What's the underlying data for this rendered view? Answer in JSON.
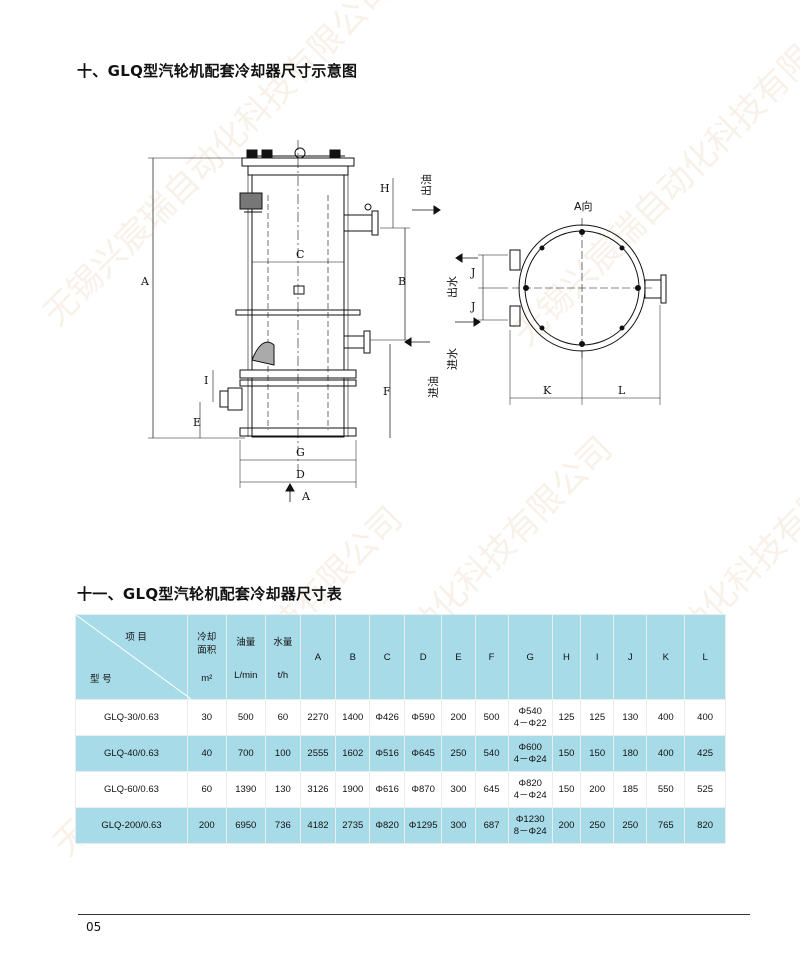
{
  "section10": {
    "title": "十、GLQ型汽轮机配套冷却器尺寸示意图"
  },
  "drawing": {
    "labels": {
      "A": "A",
      "B": "B",
      "C": "C",
      "D": "D",
      "E": "E",
      "F": "F",
      "G": "G",
      "H": "H",
      "I": "I",
      "J": "J",
      "K": "K",
      "L": "L",
      "oil_out": "出油",
      "oil_in": "进油",
      "water_out": "出水",
      "water_in": "进水",
      "view_a": "A向",
      "arrow_a": "A"
    }
  },
  "section11": {
    "title": "十一、GLQ型汽轮机配套冷却器尺寸表"
  },
  "table": {
    "corner_item": "项  目",
    "corner_model": "型  号",
    "headers": [
      {
        "line1": "冷却",
        "line2": "面积",
        "unit": "m²"
      },
      {
        "line1": "油量",
        "line2": "",
        "unit": "L/min"
      },
      {
        "line1": "水量",
        "line2": "",
        "unit": "t/h"
      },
      {
        "line1": "A"
      },
      {
        "line1": "B"
      },
      {
        "line1": "C"
      },
      {
        "line1": "D"
      },
      {
        "line1": "E"
      },
      {
        "line1": "F"
      },
      {
        "line1": "G"
      },
      {
        "line1": "H"
      },
      {
        "line1": "I"
      },
      {
        "line1": "J"
      },
      {
        "line1": "K"
      },
      {
        "line1": "L"
      }
    ],
    "rows": [
      {
        "model": "GLQ-30/0.63",
        "area": "30",
        "oil": "500",
        "water": "60",
        "A": "2270",
        "B": "1400",
        "C": "Φ426",
        "D": "Φ590",
        "E": "200",
        "F": "500",
        "G1": "Φ540",
        "G2": "4－Φ22",
        "H": "125",
        "I": "125",
        "J": "130",
        "K": "400",
        "L": "400"
      },
      {
        "model": "GLQ-40/0.63",
        "area": "40",
        "oil": "700",
        "water": "100",
        "A": "2555",
        "B": "1602",
        "C": "Φ516",
        "D": "Φ645",
        "E": "250",
        "F": "540",
        "G1": "Φ600",
        "G2": "4－Φ24",
        "H": "150",
        "I": "150",
        "J": "180",
        "K": "400",
        "L": "425"
      },
      {
        "model": "GLQ-60/0.63",
        "area": "60",
        "oil": "1390",
        "water": "130",
        "A": "3126",
        "B": "1900",
        "C": "Φ616",
        "D": "Φ870",
        "E": "300",
        "F": "645",
        "G1": "Φ820",
        "G2": "4－Φ24",
        "H": "150",
        "I": "200",
        "J": "185",
        "K": "550",
        "L": "525"
      },
      {
        "model": "GLQ-200/0.63",
        "area": "200",
        "oil": "6950",
        "water": "736",
        "A": "4182",
        "B": "2735",
        "C": "Φ820",
        "D": "Φ1295",
        "E": "300",
        "F": "687",
        "G1": "Φ1230",
        "G2": "8－Φ24",
        "H": "200",
        "I": "250",
        "J": "250",
        "K": "765",
        "L": "820"
      }
    ]
  },
  "footer": {
    "page": "05"
  },
  "watermark": {
    "text": "无锡兴宸瑞自动化科技有限公司"
  }
}
